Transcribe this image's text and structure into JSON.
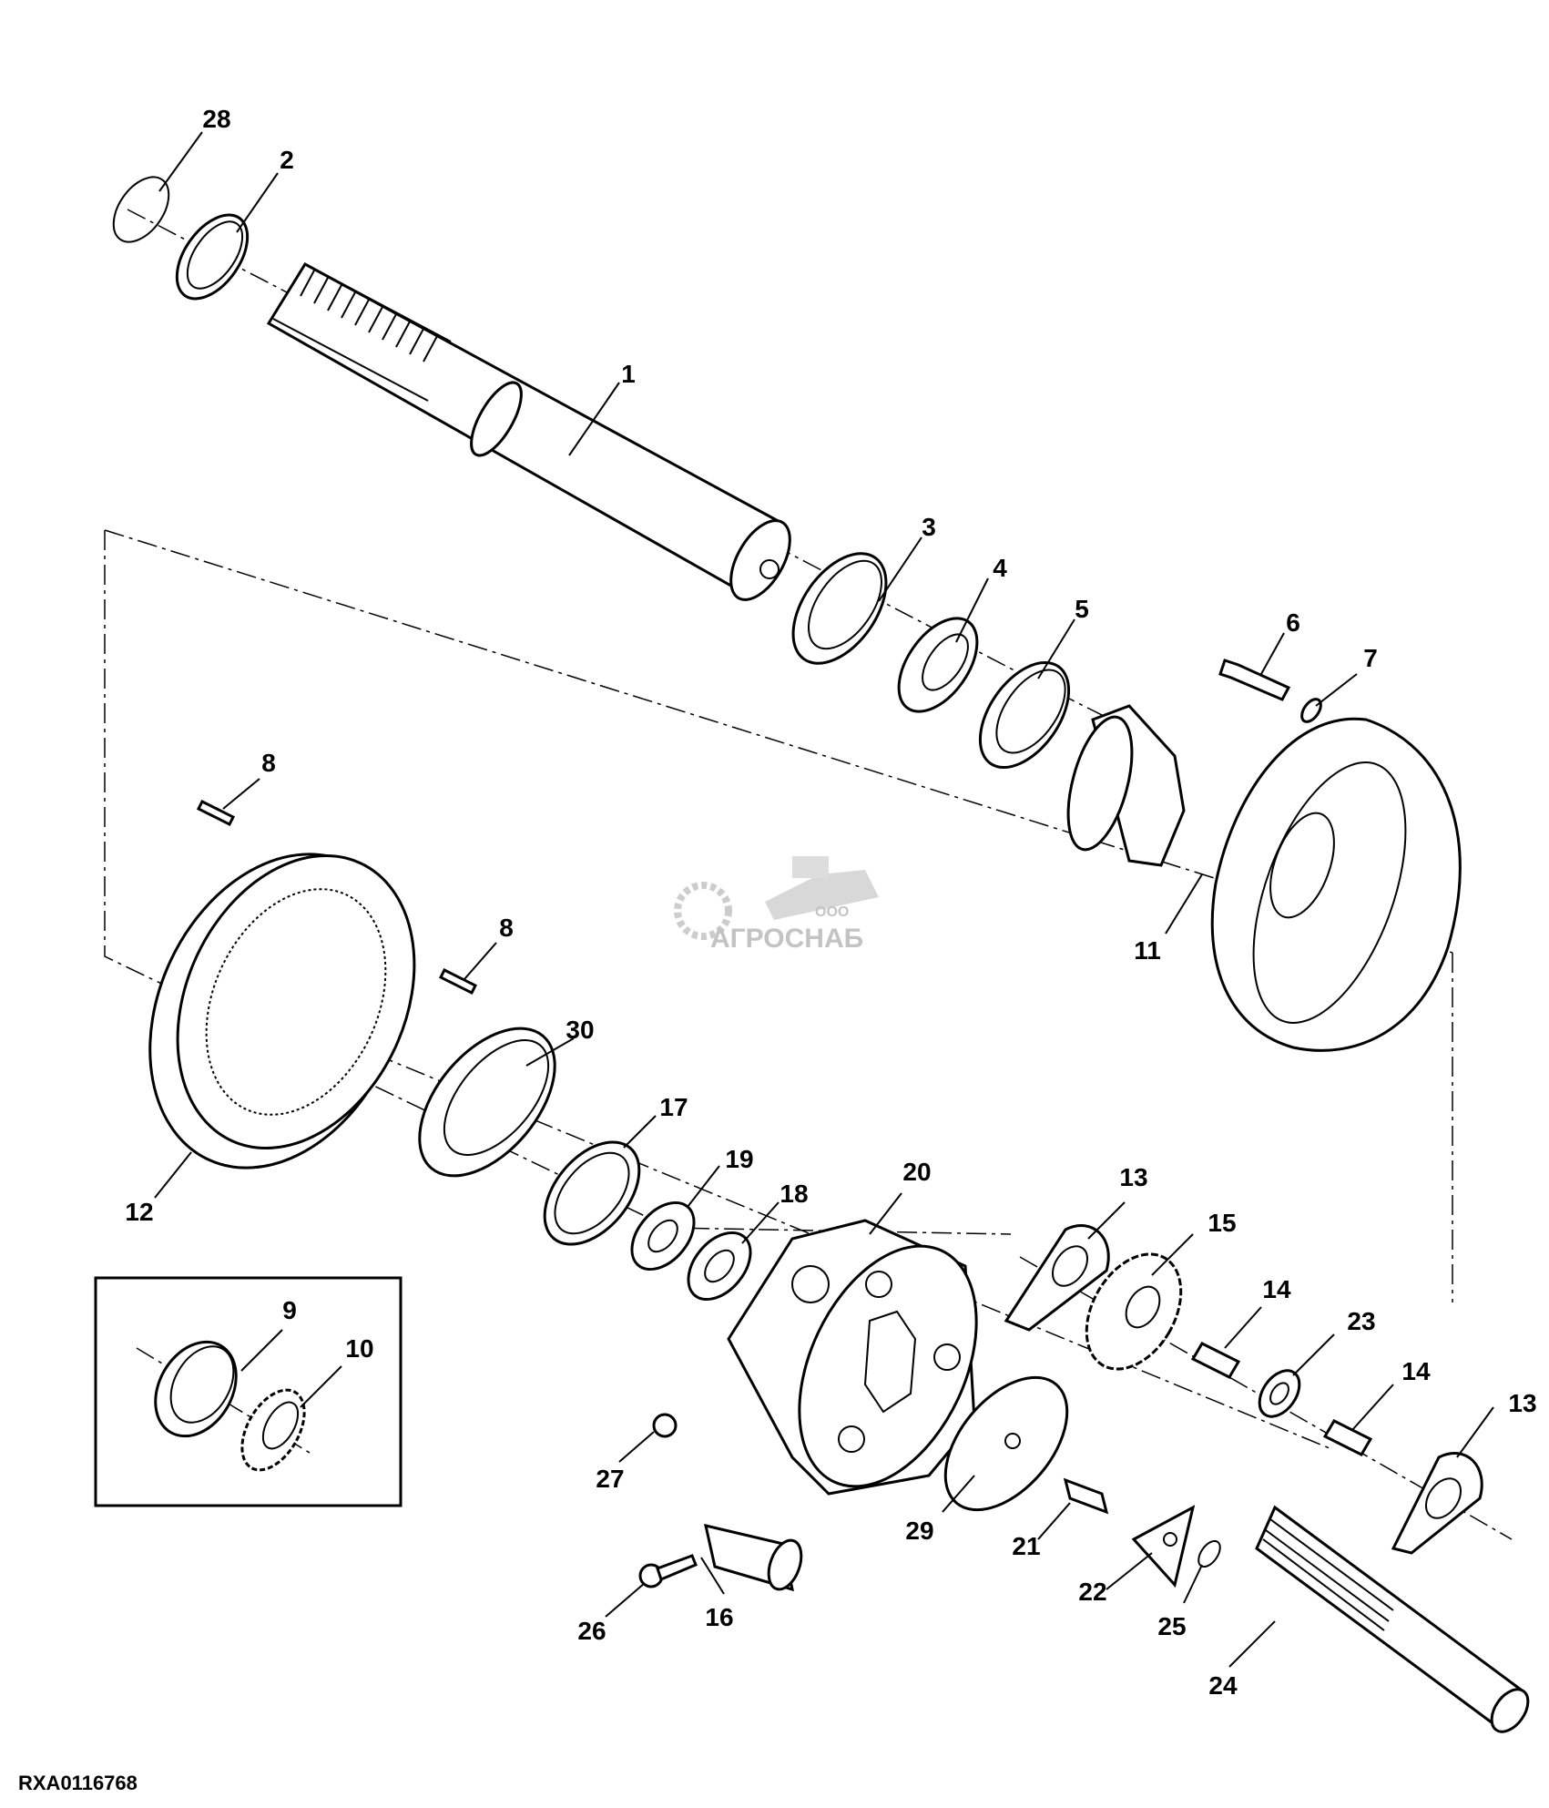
{
  "watermark": {
    "prefix": "ООО",
    "name": "АГРОСНАБ"
  },
  "drawing_id": "RXA0116768",
  "callouts": [
    {
      "id": "c28",
      "label": "28"
    },
    {
      "id": "c2",
      "label": "2"
    },
    {
      "id": "c1",
      "label": "1"
    },
    {
      "id": "c3",
      "label": "3"
    },
    {
      "id": "c4",
      "label": "4"
    },
    {
      "id": "c5",
      "label": "5"
    },
    {
      "id": "c6",
      "label": "6"
    },
    {
      "id": "c7",
      "label": "7"
    },
    {
      "id": "c8a",
      "label": "8"
    },
    {
      "id": "c8b",
      "label": "8"
    },
    {
      "id": "c11",
      "label": "11"
    },
    {
      "id": "c30",
      "label": "30"
    },
    {
      "id": "c17",
      "label": "17"
    },
    {
      "id": "c19",
      "label": "19"
    },
    {
      "id": "c18",
      "label": "18"
    },
    {
      "id": "c20",
      "label": "20"
    },
    {
      "id": "c13a",
      "label": "13"
    },
    {
      "id": "c15",
      "label": "15"
    },
    {
      "id": "c12",
      "label": "12"
    },
    {
      "id": "c9",
      "label": "9"
    },
    {
      "id": "c10",
      "label": "10"
    },
    {
      "id": "c14a",
      "label": "14"
    },
    {
      "id": "c23",
      "label": "23"
    },
    {
      "id": "c14b",
      "label": "14"
    },
    {
      "id": "c13b",
      "label": "13"
    },
    {
      "id": "c27",
      "label": "27"
    },
    {
      "id": "c29",
      "label": "29"
    },
    {
      "id": "c21",
      "label": "21"
    },
    {
      "id": "c22",
      "label": "22"
    },
    {
      "id": "c25",
      "label": "25"
    },
    {
      "id": "c26",
      "label": "26"
    },
    {
      "id": "c16",
      "label": "16"
    },
    {
      "id": "c24",
      "label": "24"
    }
  ]
}
